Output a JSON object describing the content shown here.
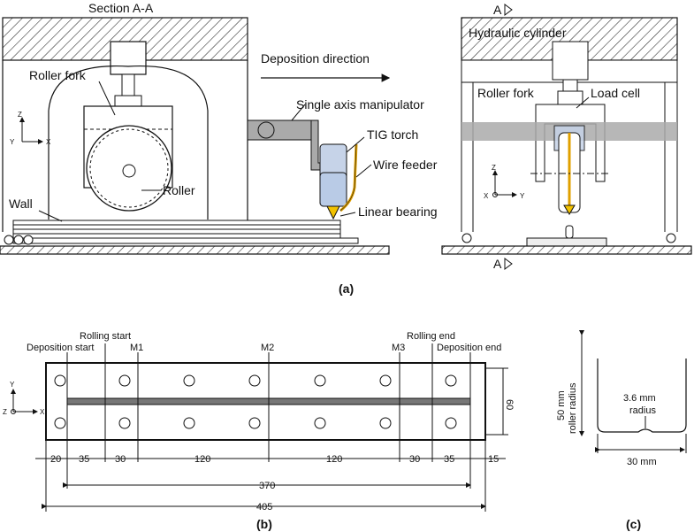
{
  "panel_a": {
    "section_label": "Section A-A",
    "section_mark": "A",
    "deposition_direction": "Deposition direction",
    "roller_fork": "Roller fork",
    "roller": "Roller",
    "wall": "Wall",
    "single_axis_manipulator": "Single axis manipulator",
    "tig_torch": "TIG torch",
    "wire_feeder": "Wire feeder",
    "linear_bearing": "Linear bearing",
    "hydraulic_cylinder": "Hydraulic cylinder",
    "roller_fork_right": "Roller fork",
    "load_cell": "Load cell",
    "axis_left": {
      "z": "Z",
      "y": "Y",
      "x": "X"
    },
    "axis_right": {
      "z": "Z",
      "x": "X",
      "y": "Y"
    },
    "caption": "(a)"
  },
  "panel_b": {
    "labels": {
      "deposition_start": "Deposition start",
      "rolling_start": "Rolling start",
      "m1": "M1",
      "m2": "M2",
      "m3": "M3",
      "rolling_end": "Rolling end",
      "deposition_end": "Deposition end"
    },
    "axis": {
      "y": "Y",
      "z": "Z",
      "x": "X"
    },
    "dims": {
      "d20": "20",
      "d35a": "35",
      "d30a": "30",
      "d120a": "120",
      "d120b": "120",
      "d30b": "30",
      "d35b": "35",
      "d15": "15",
      "d370": "370",
      "d405": "405",
      "d60": "60"
    },
    "caption": "(b)"
  },
  "panel_c": {
    "roller_radius_value": "50 mm",
    "roller_radius_text": "roller radius",
    "radius_value": "3.6 mm",
    "radius_text": "radius",
    "width": "30 mm",
    "caption": "(c)"
  }
}
